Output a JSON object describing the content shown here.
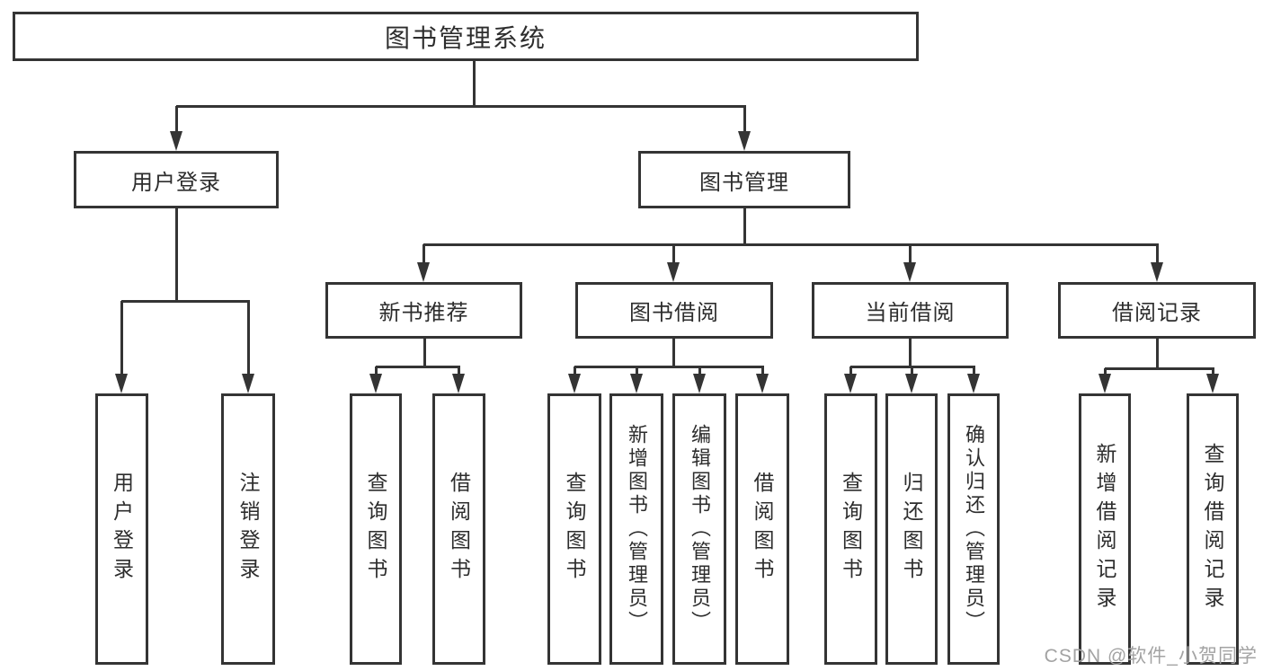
{
  "diagram": {
    "title": "图书管理系统",
    "nodes": [
      {
        "id": "root",
        "label": "图书管理系统",
        "level": 1,
        "parent": null
      },
      {
        "id": "user-login",
        "label": "用户登录",
        "level": 2,
        "parent": "root"
      },
      {
        "id": "book-management",
        "label": "图书管理",
        "level": 2,
        "parent": "root"
      },
      {
        "id": "new-book-recommend",
        "label": "新书推荐",
        "level": 3,
        "parent": "book-management"
      },
      {
        "id": "book-borrow",
        "label": "图书借阅",
        "level": 3,
        "parent": "book-management"
      },
      {
        "id": "current-borrow",
        "label": "当前借阅",
        "level": 3,
        "parent": "book-management"
      },
      {
        "id": "borrow-records",
        "label": "借阅记录",
        "level": 3,
        "parent": "book-management"
      },
      {
        "id": "op-user-login",
        "label": "用户登录",
        "level": 4,
        "parent": "user-login"
      },
      {
        "id": "op-logout",
        "label": "注销登录",
        "level": 4,
        "parent": "user-login"
      },
      {
        "id": "op-recommend-query-books",
        "label": "查询图书",
        "level": 4,
        "parent": "new-book-recommend"
      },
      {
        "id": "op-recommend-borrow-books",
        "label": "借阅图书",
        "level": 4,
        "parent": "new-book-recommend"
      },
      {
        "id": "op-borrow-query-books",
        "label": "查询图书",
        "level": 4,
        "parent": "book-borrow"
      },
      {
        "id": "op-borrow-add-books",
        "label": "新增图书（管理员）",
        "level": 4,
        "parent": "book-borrow"
      },
      {
        "id": "op-borrow-edit-books",
        "label": "编辑图书（管理员）",
        "level": 4,
        "parent": "book-borrow"
      },
      {
        "id": "op-borrow-borrow-books",
        "label": "借阅图书",
        "level": 4,
        "parent": "book-borrow"
      },
      {
        "id": "op-current-query-books",
        "label": "查询图书",
        "level": 4,
        "parent": "current-borrow"
      },
      {
        "id": "op-current-return-books",
        "label": "归还图书",
        "level": 4,
        "parent": "current-borrow"
      },
      {
        "id": "op-current-confirm-return",
        "label": "确认归还（管理员）",
        "level": 4,
        "parent": "current-borrow"
      },
      {
        "id": "op-records-add-record",
        "label": "新增借阅记录",
        "level": 4,
        "parent": "borrow-records"
      },
      {
        "id": "op-records-query-record",
        "label": "查询借阅记录",
        "level": 4,
        "parent": "borrow-records"
      }
    ],
    "line_color": "#343434",
    "box_background": "#ffffff"
  },
  "watermark": {
    "text": "CSDN @软件_小贺同学"
  }
}
